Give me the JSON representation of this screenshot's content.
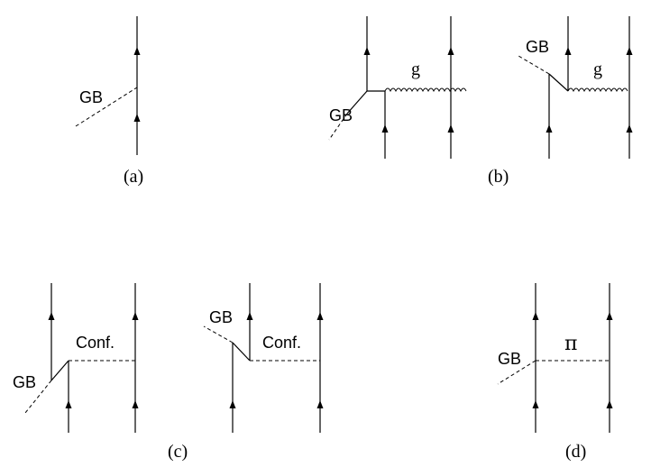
{
  "labels": {
    "gb": "GB",
    "gluon": "g",
    "confinement": "Conf.",
    "pion": "π"
  },
  "captions": {
    "a": "(a)",
    "b": "(b)",
    "c": "(c)",
    "d": "(d)"
  }
}
